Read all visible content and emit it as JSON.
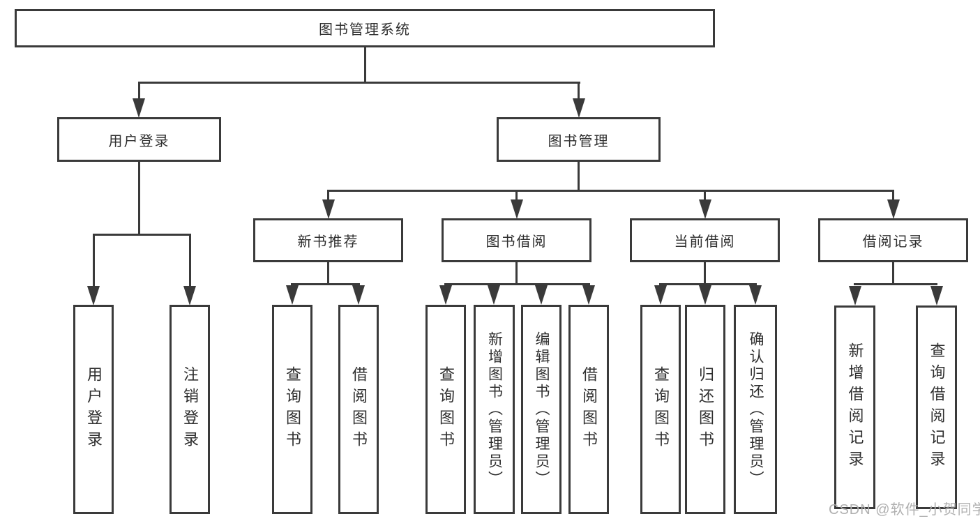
{
  "colors": {
    "line": "#3a3a3a",
    "text": "#2f2f2f",
    "background": "#ffffff",
    "watermark": "#b0b0b0"
  },
  "nodes": {
    "root": "图书管理系统",
    "user_login": "用户登录",
    "book_mgmt": "图书管理",
    "new_book_rec": "新书推荐",
    "book_borrow": "图书借阅",
    "current_borrow": "当前借阅",
    "borrow_records": "借阅记录",
    "leaf_user_login": "用户登录",
    "leaf_logout": "注销登录",
    "leaf_query_books_rec": "查询图书",
    "leaf_borrow_books_rec": "借阅图书",
    "leaf_query_books_borrow": "查询图书",
    "leaf_add_book_admin": "新增图书（管理员）",
    "leaf_edit_book_admin": "编辑图书（管理员）",
    "leaf_borrow_books_borrow": "借阅图书",
    "leaf_query_books_current": "查询图书",
    "leaf_return_book": "归还图书",
    "leaf_confirm_return_admin": "确认归还（管理员）",
    "leaf_add_borrow_record": "新增借阅记录",
    "leaf_query_borrow_record": "查询借阅记录"
  },
  "watermark": "CSDN @软件_小贺同学"
}
